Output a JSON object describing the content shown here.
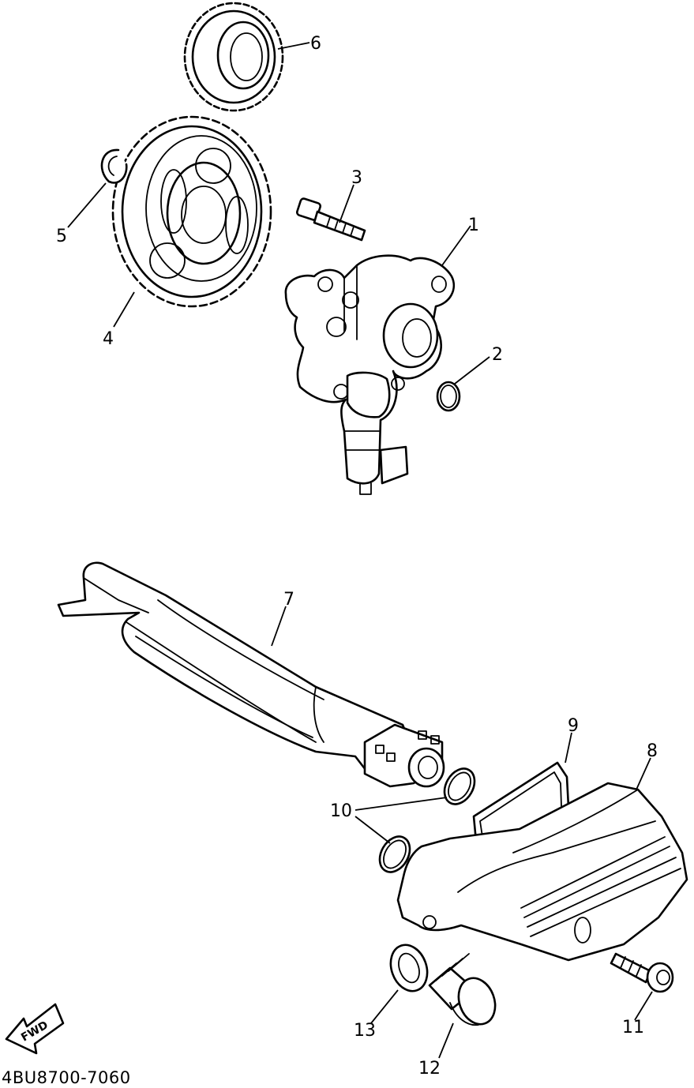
{
  "labels": {
    "p1": "1",
    "p2": "2",
    "p3": "3",
    "p4": "4",
    "p5": "5",
    "p6": "6",
    "p7": "7",
    "p8": "8",
    "p9": "9",
    "p10": "10",
    "p11": "11",
    "p12": "12",
    "p13": "13"
  },
  "fwd_label": "FWD",
  "diagram_code": "4BU8700-7060"
}
